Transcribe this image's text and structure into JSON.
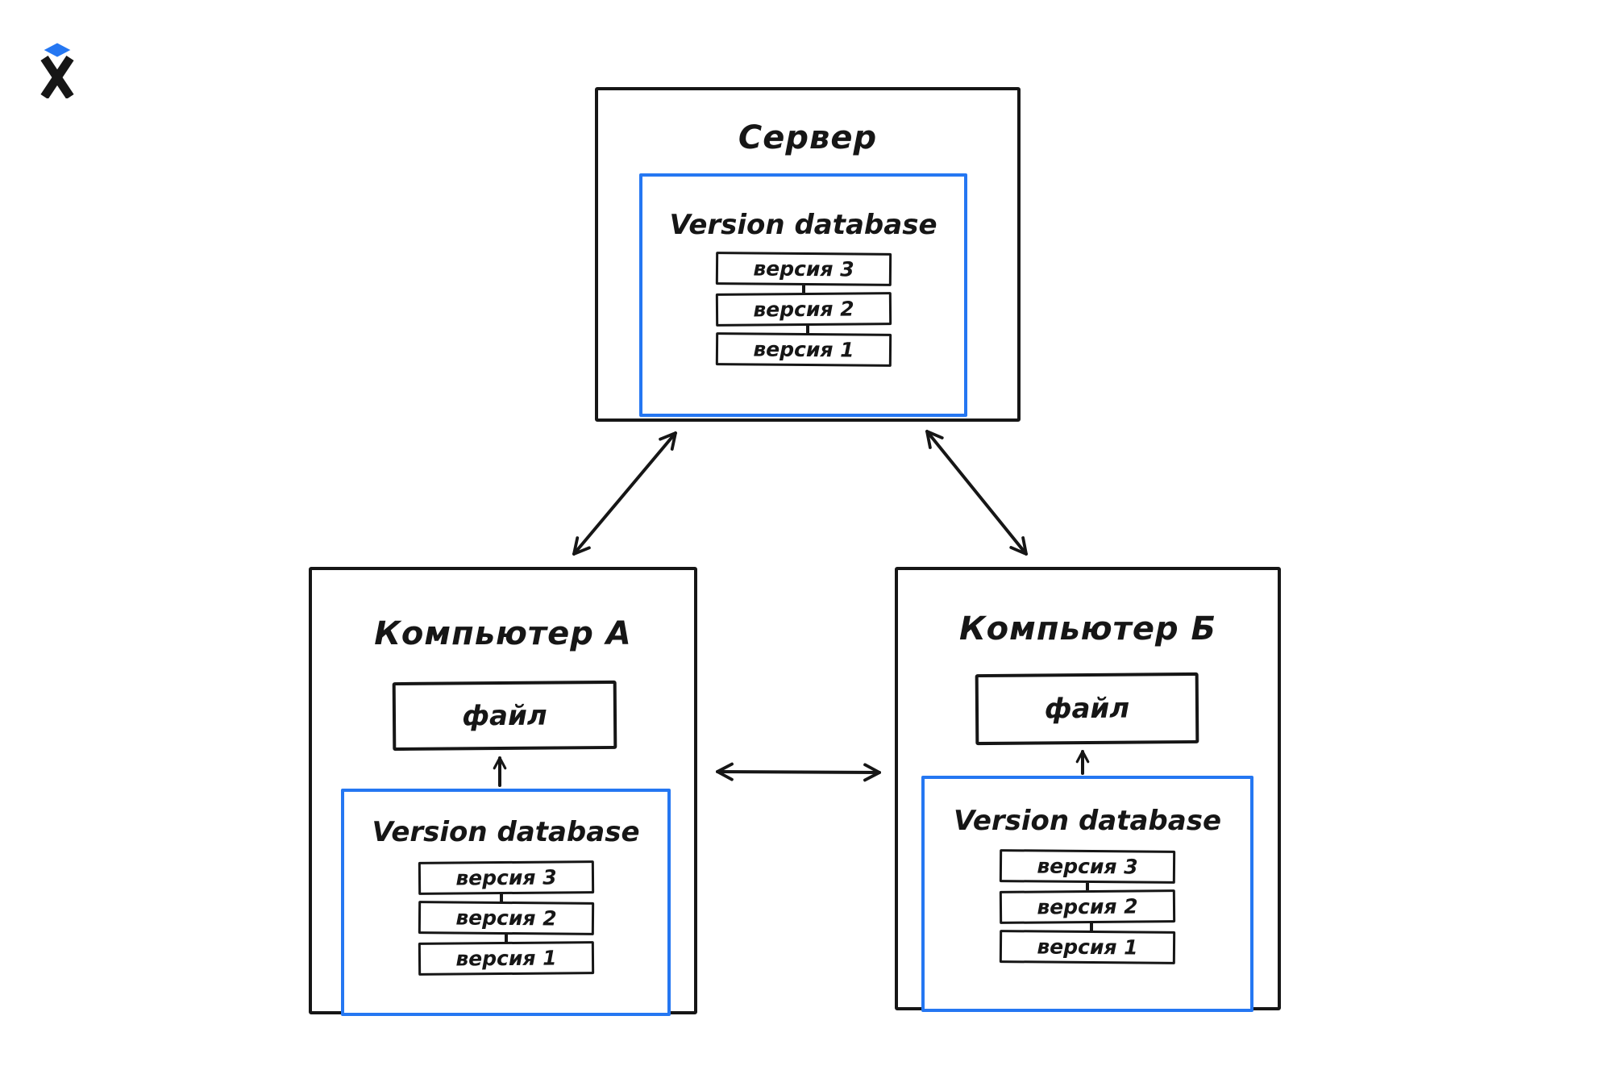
{
  "app": {
    "type": "diagram",
    "topic": "version control synchronization"
  },
  "colors": {
    "background": "#ffffff",
    "stroke": "#161616",
    "accent_blue": "#2577f2"
  },
  "logo": {
    "name": "hexlet-logo",
    "letter": "X",
    "diamond_color": "#2577f2"
  },
  "nodes": {
    "server": {
      "title": "Сервер",
      "db_title": "Version database",
      "versions": [
        "версия 3",
        "версия 2",
        "версия 1"
      ]
    },
    "computer_a": {
      "title": "Компьютер А",
      "file_label": "файл",
      "db_title": "Version database",
      "versions": [
        "версия 3",
        "версия 2",
        "версия 1"
      ]
    },
    "computer_b": {
      "title": "Компьютер Б",
      "file_label": "файл",
      "db_title": "Version database",
      "versions": [
        "версия 3",
        "версия 2",
        "версия 1"
      ]
    }
  },
  "connectors": [
    {
      "from": "Сервер",
      "to": "Компьютер А",
      "style": "double-headed-arrow"
    },
    {
      "from": "Сервер",
      "to": "Компьютер Б",
      "style": "double-headed-arrow"
    },
    {
      "from": "Компьютер А",
      "to": "Компьютер Б",
      "style": "double-headed-arrow"
    },
    {
      "from": "Version database",
      "to": "файл",
      "node": "Компьютер А",
      "style": "up-arrow"
    },
    {
      "from": "Version database",
      "to": "файл",
      "node": "Компьютер Б",
      "style": "up-arrow"
    }
  ]
}
